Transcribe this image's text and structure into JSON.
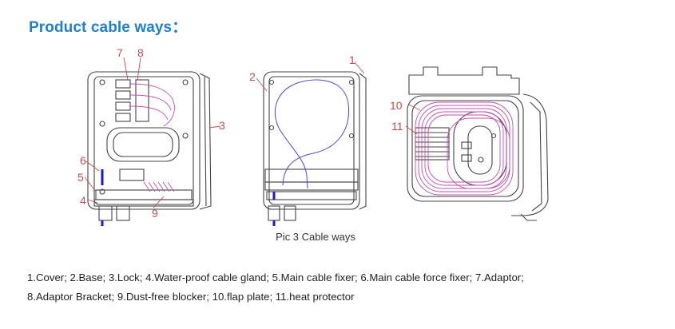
{
  "heading": "Product cable ways：",
  "callouts": {
    "c1": "1",
    "c2": "2",
    "c3": "3",
    "c4": "4",
    "c5": "5",
    "c6": "6",
    "c7": "7",
    "c8": "8",
    "c9": "9",
    "c10": "10",
    "c11": "11"
  },
  "caption": "Pic 3   Cable ways",
  "legend": {
    "line1": "1.Cover;  2.Base;  3.Lock;  4.Water-proof  cable  gland;  5.Main  cable  fixer;  6.Main  cable  force  fixer;  7.Adaptor;",
    "line2": "8.Adaptor Bracket; 9.Dust-free blocker; 10.flap plate; 11.heat protector"
  },
  "colors": {
    "heading": "#1f7fd0",
    "callout": "#c0504d",
    "fiber": "#4a4ad0",
    "fiber_pink": "#c050b0"
  }
}
